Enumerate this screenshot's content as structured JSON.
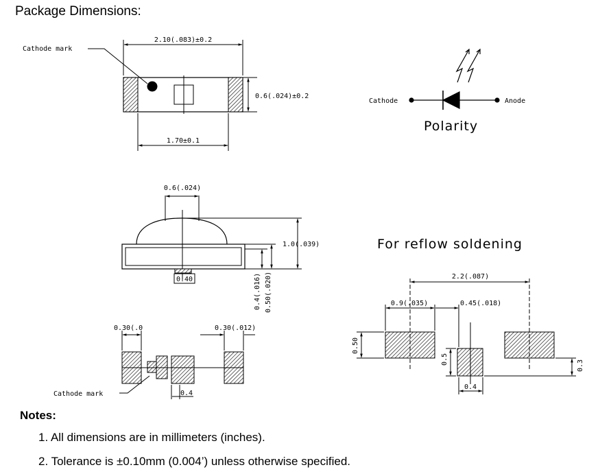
{
  "heading": "Package Dimensions:",
  "top_view": {
    "cathode_mark_label": "Cathode mark",
    "dim_width": "2.10(.083)±0.2",
    "dim_height": "0.6(.024)±0.2",
    "dim_inner": "1.70±0.1"
  },
  "polarity": {
    "cathode_label": "Cathode",
    "anode_label": "Anode",
    "title": "Polarity"
  },
  "side_view": {
    "dim_dome": "0.6(.024)",
    "dim_total_height": "1.0(.039)",
    "dim_pad": "0.40",
    "dim_h1": "0.4(.016)",
    "dim_h2": "0.50(.020)"
  },
  "bottom_view": {
    "dim_left": "0.30(.0",
    "dim_right": "0.30(.012)",
    "dim_pad": "0.4",
    "cathode_mark_label": "Cathode mark"
  },
  "reflow": {
    "title": "For reflow soldening",
    "dim_span": "2.2(.087)",
    "dim_pad_left": "0.9(.035)",
    "dim_pad_mid": "0.45(.018)",
    "dim_h_left": "0.50",
    "dim_h_mid": "0.5",
    "dim_h_right": "0.3",
    "dim_w_mid": "0.4"
  },
  "notes": {
    "title": "Notes:",
    "items": [
      "1. All dimensions are in millimeters (inches).",
      "2. Tolerance is ±0.10mm (0.004’) unless otherwise specified."
    ]
  }
}
